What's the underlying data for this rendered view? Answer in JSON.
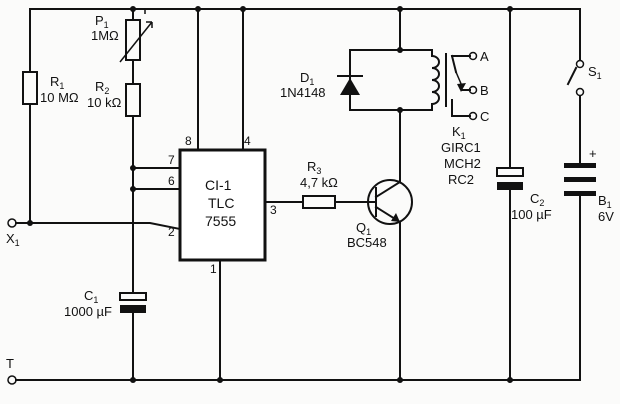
{
  "components": {
    "r1": {
      "ref": "R",
      "sub": "1",
      "value": "10 MΩ"
    },
    "p1": {
      "ref": "P",
      "sub": "1",
      "value": "1MΩ"
    },
    "r2": {
      "ref": "R",
      "sub": "2",
      "value": "10 kΩ"
    },
    "c1": {
      "ref": "C",
      "sub": "1",
      "value": "1000 µF"
    },
    "ic": {
      "line1": "CI-1",
      "line2": "TLC",
      "line3": "7555",
      "pins": {
        "p8": "8",
        "p4": "4",
        "p7": "7",
        "p6": "6",
        "p2": "2",
        "p3": "3",
        "p1": "1"
      }
    },
    "r3": {
      "ref": "R",
      "sub": "3",
      "value": "4,7 kΩ"
    },
    "q1": {
      "ref": "Q",
      "sub": "1",
      "part": "BC548"
    },
    "d1": {
      "ref": "D",
      "sub": "1",
      "part": "1N4148"
    },
    "k1": {
      "ref": "K",
      "sub": "1",
      "part1": "GIRC1",
      "part2": "MCH2",
      "part3": "RC2",
      "contacts": {
        "a": "A",
        "b": "B",
        "c": "C"
      }
    },
    "c2": {
      "ref": "C",
      "sub": "2",
      "value": "100 µF"
    },
    "s1": {
      "ref": "S",
      "sub": "1"
    },
    "b1": {
      "ref": "B",
      "sub": "1",
      "value": "6V",
      "plus": "+"
    }
  },
  "terminals": {
    "x1": {
      "ref": "X",
      "sub": "1"
    },
    "t": {
      "ref": "T"
    }
  }
}
